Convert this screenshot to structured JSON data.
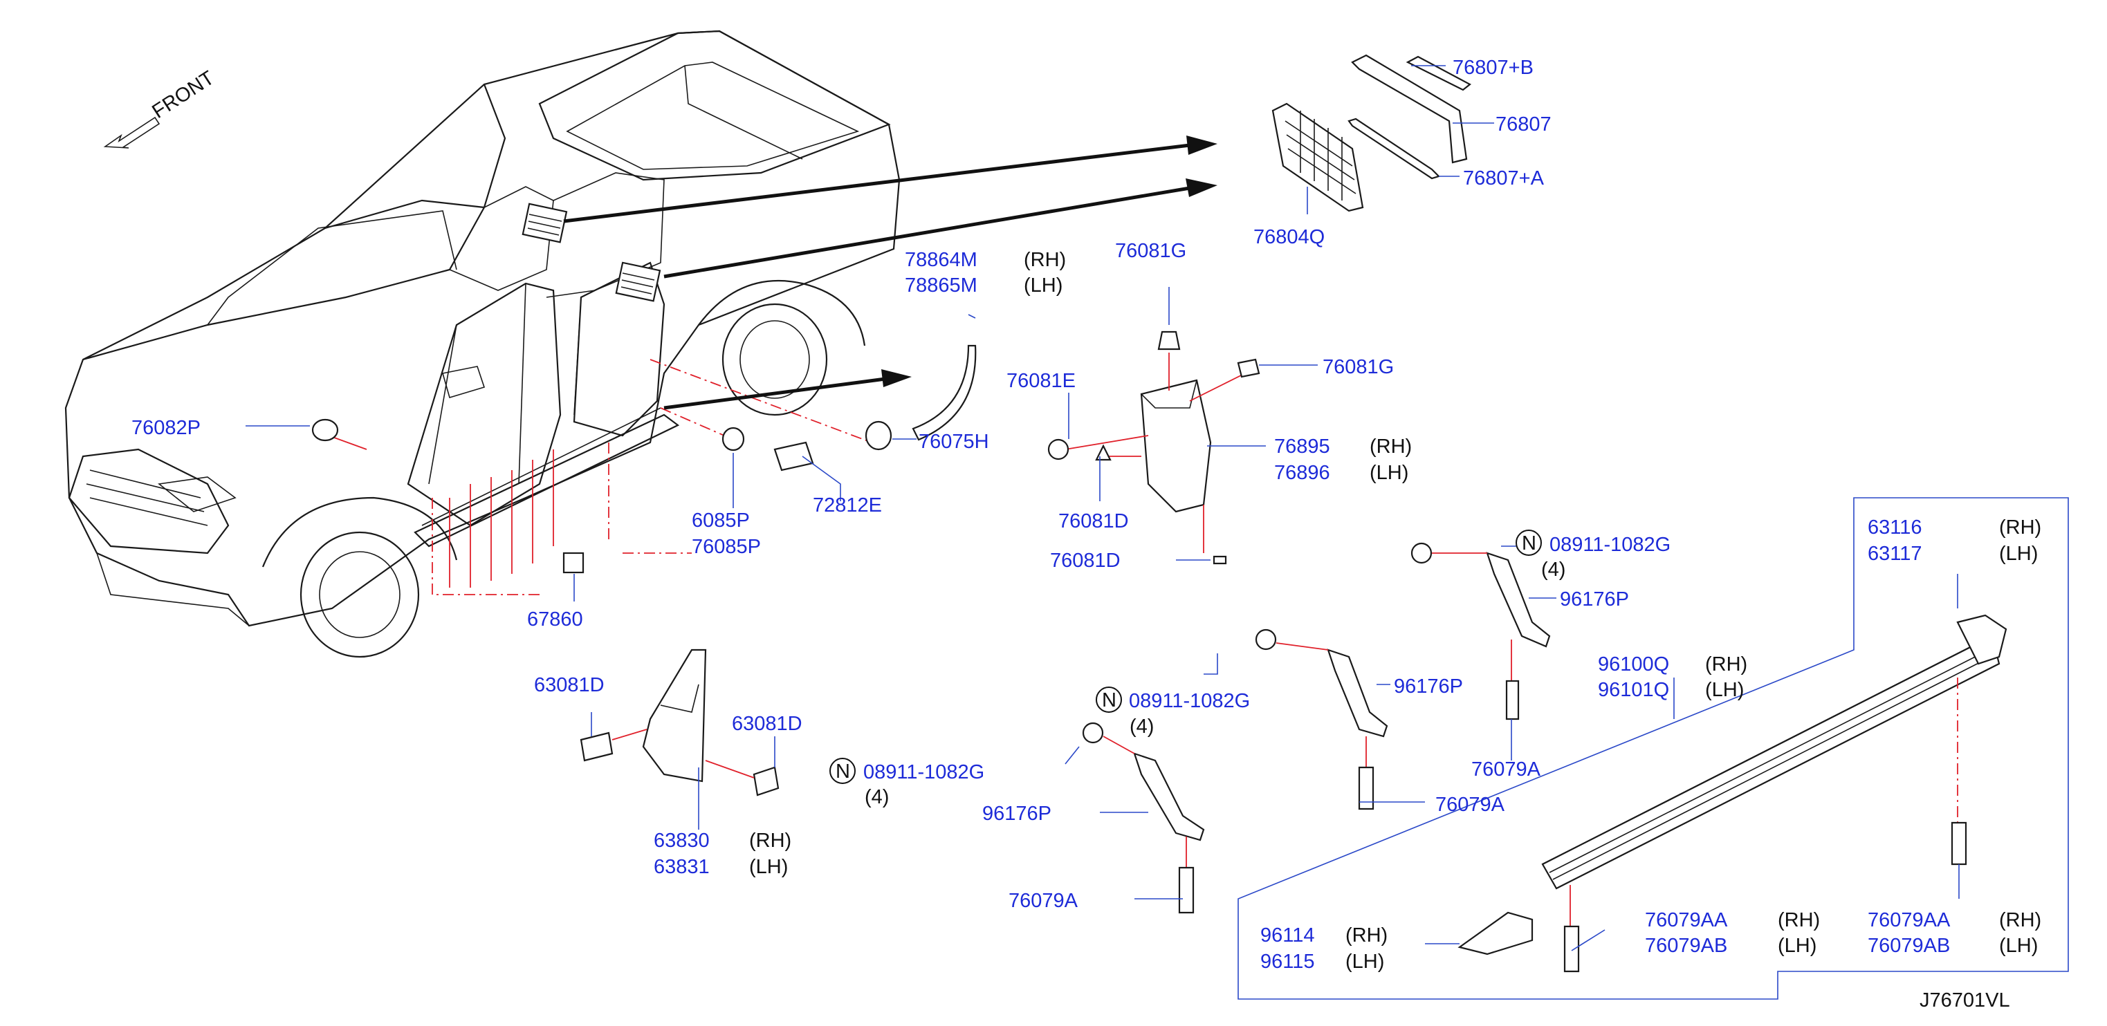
{
  "diagram": {
    "id_code": "J76701VL",
    "front_label": "FRONT",
    "callouts": [
      {
        "key": "p76807b",
        "part": "76807+B",
        "qualifier": ""
      },
      {
        "key": "p76807",
        "part": "76807",
        "qualifier": ""
      },
      {
        "key": "p76807a",
        "part": "76807+A",
        "qualifier": ""
      },
      {
        "key": "p76804q",
        "part": "76804Q",
        "qualifier": ""
      },
      {
        "key": "p78864m",
        "part": "78864M",
        "qualifier": "(RH)"
      },
      {
        "key": "p78865m",
        "part": "78865M",
        "qualifier": "(LH)"
      },
      {
        "key": "p76081g_top",
        "part": "76081G",
        "qualifier": ""
      },
      {
        "key": "p76081g_right",
        "part": "76081G",
        "qualifier": ""
      },
      {
        "key": "p76081e",
        "part": "76081E",
        "qualifier": ""
      },
      {
        "key": "p76895",
        "part": "76895",
        "qualifier": "(RH)"
      },
      {
        "key": "p76896",
        "part": "76896",
        "qualifier": "(LH)"
      },
      {
        "key": "p76082p",
        "part": "76082P",
        "qualifier": ""
      },
      {
        "key": "p76075h",
        "part": "76075H",
        "qualifier": ""
      },
      {
        "key": "p6085p",
        "part": "6085P",
        "qualifier": ""
      },
      {
        "key": "p76085p",
        "part": "76085P",
        "qualifier": ""
      },
      {
        "key": "p72812e",
        "part": "72812E",
        "qualifier": ""
      },
      {
        "key": "p76081d_a",
        "part": "76081D",
        "qualifier": ""
      },
      {
        "key": "p76081d_b",
        "part": "76081D",
        "qualifier": ""
      },
      {
        "key": "p67860",
        "part": "67860",
        "qualifier": ""
      },
      {
        "key": "p08911_top",
        "part": "08911-1082G",
        "qualifier": "(4)"
      },
      {
        "key": "p96176p_top",
        "part": "96176P",
        "qualifier": ""
      },
      {
        "key": "p63116",
        "part": "63116",
        "qualifier": "(RH)"
      },
      {
        "key": "p63117",
        "part": "63117",
        "qualifier": "(LH)"
      },
      {
        "key": "p63081d_left",
        "part": "63081D",
        "qualifier": ""
      },
      {
        "key": "p63081d_right",
        "part": "63081D",
        "qualifier": ""
      },
      {
        "key": "p08911_mid",
        "part": "08911-1082G",
        "qualifier": "(4)"
      },
      {
        "key": "p96176p_mid",
        "part": "96176P",
        "qualifier": ""
      },
      {
        "key": "p76079a_top",
        "part": "76079A",
        "qualifier": ""
      },
      {
        "key": "p96100q",
        "part": "96100Q",
        "qualifier": "(RH)"
      },
      {
        "key": "p96101q",
        "part": "96101Q",
        "qualifier": "(LH)"
      },
      {
        "key": "p08911_low",
        "part": "08911-1082G",
        "qualifier": "(4)"
      },
      {
        "key": "p76079a_mid",
        "part": "76079A",
        "qualifier": ""
      },
      {
        "key": "p96176p_low",
        "part": "96176P",
        "qualifier": ""
      },
      {
        "key": "p63830",
        "part": "63830",
        "qualifier": "(RH)"
      },
      {
        "key": "p63831",
        "part": "63831",
        "qualifier": "(LH)"
      },
      {
        "key": "p76079a_low",
        "part": "76079A",
        "qualifier": ""
      },
      {
        "key": "p96114",
        "part": "96114",
        "qualifier": "(RH)"
      },
      {
        "key": "p96115",
        "part": "96115",
        "qualifier": "(LH)"
      },
      {
        "key": "p76079aa_mid",
        "part": "76079AA",
        "qualifier": "(RH)"
      },
      {
        "key": "p76079ab_mid",
        "part": "76079AB",
        "qualifier": "(LH)"
      },
      {
        "key": "p76079aa_right",
        "part": "76079AA",
        "qualifier": "(RH)"
      },
      {
        "key": "p76079ab_right",
        "part": "76079AB",
        "qualifier": "(LH)"
      }
    ],
    "nut_symbol": "N",
    "colors": {
      "part_number": "#1d2bd8",
      "qualifier": "#111111",
      "leader": "#2a48c8",
      "center_line": "#e0202a"
    }
  }
}
